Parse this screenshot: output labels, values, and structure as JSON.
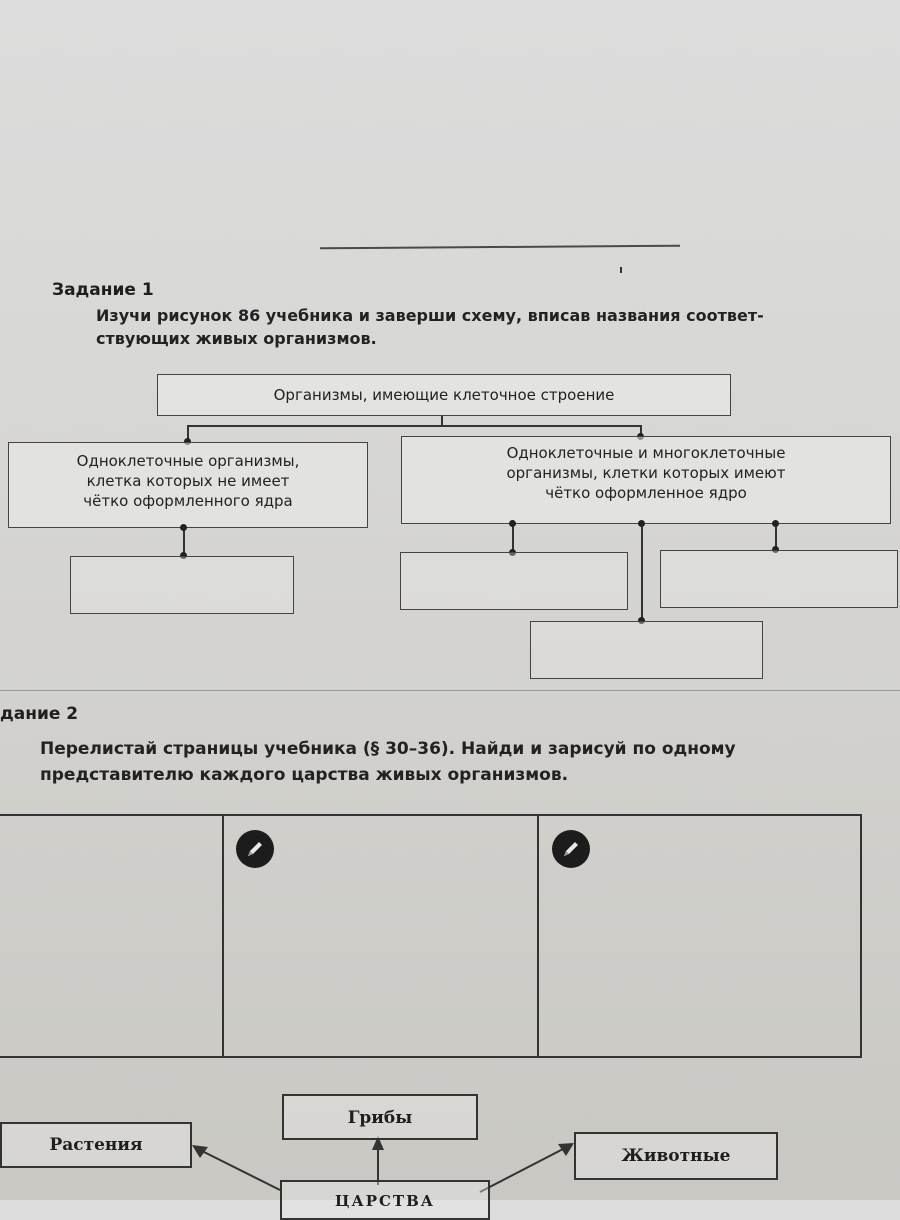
{
  "task1": {
    "heading": "Задание 1",
    "instruction_line1": "Изучи рисунок 86 учебника и заверши схему, вписав названия соответ-",
    "instruction_line2": "ствующих живых организмов.",
    "root_box": "Организмы, имеющие клеточное строение",
    "left_box": [
      "Одноклеточные организмы,",
      "клетка которых не имеет",
      "чётко оформленного ядра"
    ],
    "right_box": [
      "Одноклеточные и многоклеточные",
      "организмы, клетки которых имеют",
      "чётко оформленное ядро"
    ]
  },
  "task2": {
    "heading": "дание 2",
    "instruction_line1": "Перелистай страницы учебника (§ 30–36). Найди и зарисуй по одному",
    "instruction_line2": "представителю каждого царства живых организмов."
  },
  "kingdoms": {
    "top": "Грибы",
    "left": "Растения",
    "right": "Животные",
    "bottom_partial": "ЦАРСТВА"
  },
  "icons": [
    "pencil-icon"
  ]
}
